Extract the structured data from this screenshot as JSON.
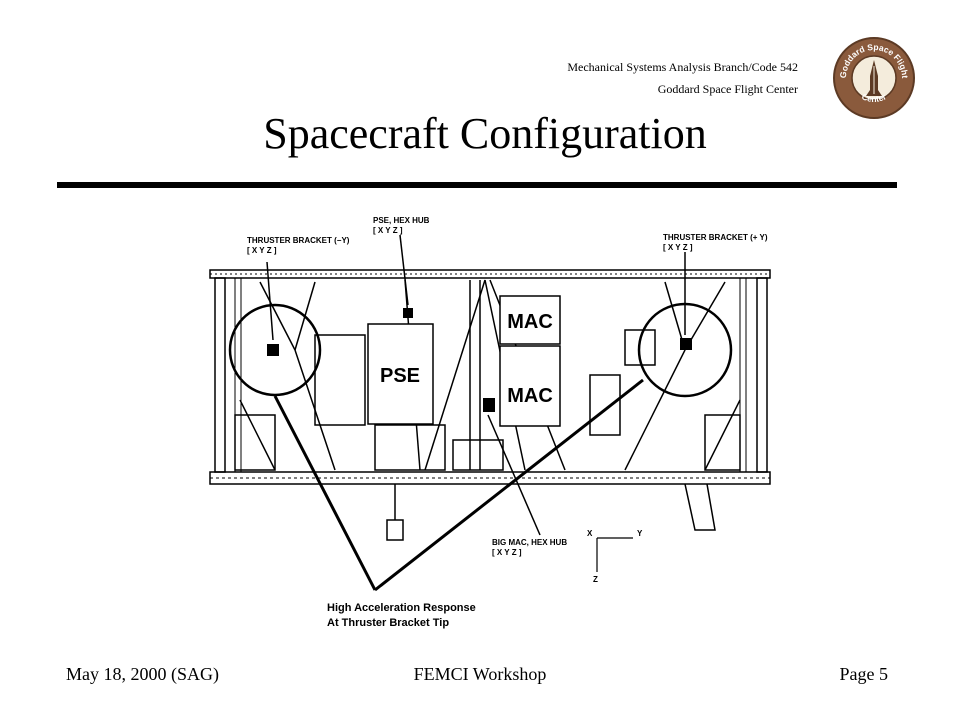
{
  "header": {
    "org_line1": "Mechanical Systems Analysis Branch/Code 542",
    "org_line2": "Goddard Space Flight Center",
    "logo_text": "Goddard Space Flight Center"
  },
  "title": "Spacecraft Configuration",
  "diagram": {
    "labels": {
      "pse_hub": [
        "PSE, HEX HUB",
        "[ X Y Z ]"
      ],
      "thruster_minus_y": [
        "THRUSTER BRACKET (−Y)",
        "[ X Y Z ]"
      ],
      "thruster_plus_y": [
        "THRUSTER BRACKET (+ Y)",
        "[ X Y Z ]"
      ],
      "big_mac_hub": [
        "BIG MAC, HEX HUB",
        "[ X Y Z ]"
      ],
      "callout": [
        "High Acceleration Response",
        "At Thruster Bracket Tip"
      ]
    },
    "boxes": {
      "mac_top": "MAC",
      "mac_bottom": "MAC",
      "pse": "PSE"
    },
    "axes": {
      "x": "X",
      "y": "Y",
      "z": "Z"
    }
  },
  "footer": {
    "date": "May 18, 2000 (SAG)",
    "center": "FEMCI Workshop",
    "page": "Page 5"
  }
}
